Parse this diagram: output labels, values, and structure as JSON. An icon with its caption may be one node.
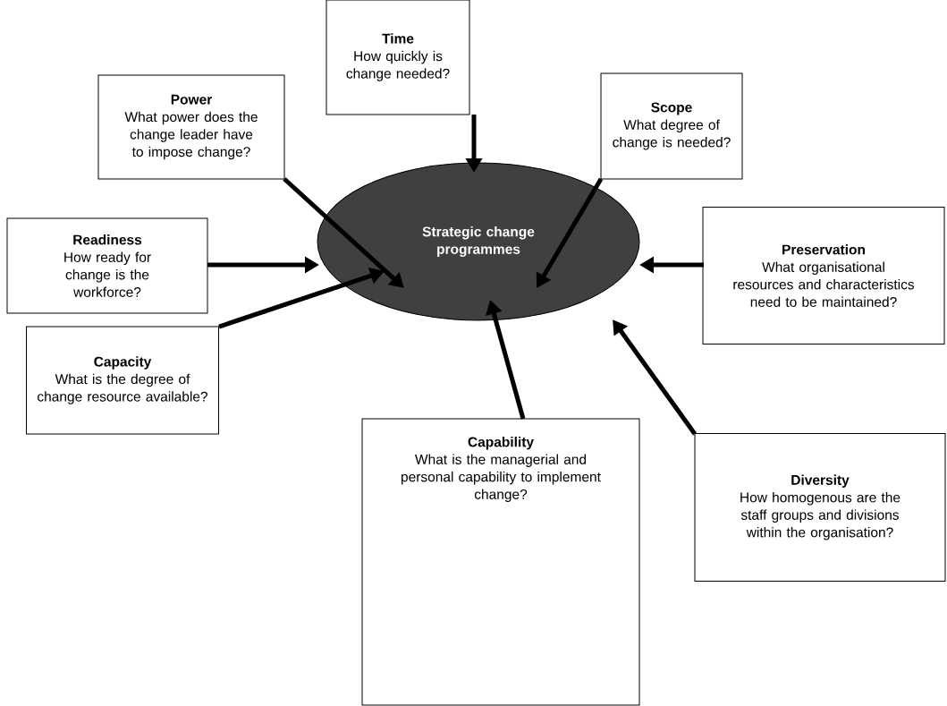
{
  "diagram": {
    "nodes": [
      {
        "text": [
          "Time",
          "How quickly is change needed?"
        ]
      },
      {
        "text": [
          "Power",
          "What power does the change leader have to impose change?"
        ]
      },
      {
        "text": [
          "Scope",
          "What degree of change is needed?"
        ]
      },
      {
        "text": [
          "Readiness",
          "How ready for change is the workforce?"
        ]
      },
      {
        "text": [
          "Strategic change programmes"
        ]
      },
      {
        "text": [
          "Preservation",
          "What organisational resources and characteristics need to be maintained?"
        ]
      },
      {
        "text": [
          "Capacity",
          "What is the degree of change resource available?"
        ]
      },
      {
        "text": [
          "Capability",
          "What is the managerial and personal capability to implement change?"
        ]
      },
      {
        "text": [
          "Diversity",
          "How homogenous are the staff groups and divisions within the organisation?"
        ]
      }
    ],
    "edges": [
      {
        "from": 0,
        "to": 4,
        "arrow": "to"
      },
      {
        "from": 1,
        "to": 4,
        "arrow": "to"
      },
      {
        "from": 2,
        "to": 4,
        "arrow": "to"
      },
      {
        "from": 3,
        "to": 4,
        "arrow": "to"
      },
      {
        "from": 5,
        "to": 4,
        "arrow": "to"
      },
      {
        "from": 6,
        "to": 4,
        "arrow": "to"
      },
      {
        "from": 7,
        "to": 4,
        "arrow": "to"
      },
      {
        "from": 8,
        "to": 4,
        "arrow": "to"
      }
    ]
  }
}
